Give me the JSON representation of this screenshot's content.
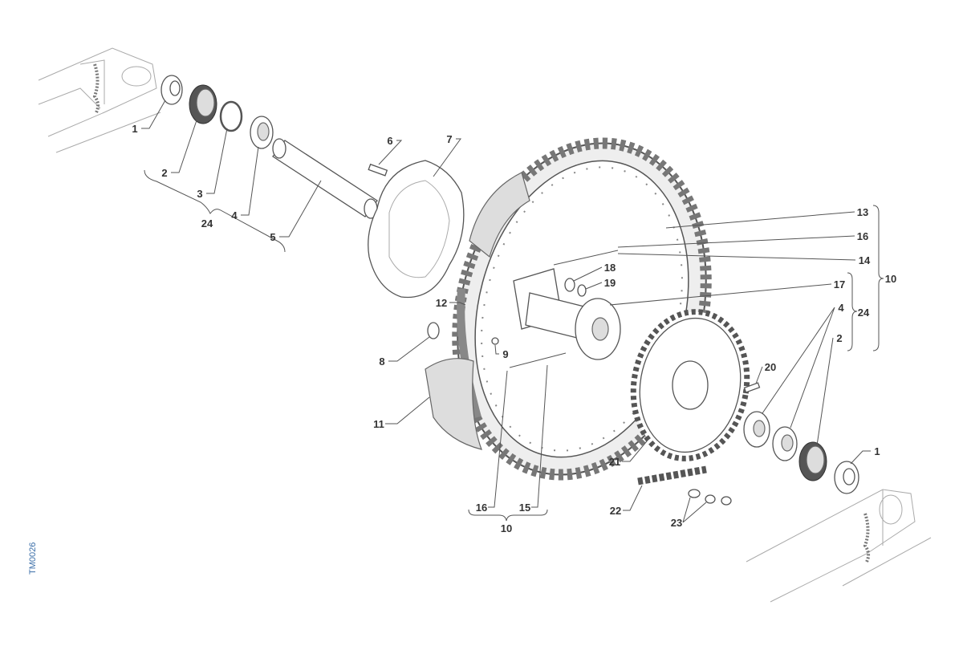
{
  "diagram": {
    "code": "TM0026",
    "labels": {
      "l1a": "1",
      "l2a": "2",
      "l3": "3",
      "l4a": "4",
      "l24a": "24",
      "l5": "5",
      "l6": "6",
      "l7": "7",
      "l8": "8",
      "l9": "9",
      "l11": "11",
      "l12": "12",
      "l13": "13",
      "l16a": "16",
      "l14": "14",
      "l10a": "10",
      "l18": "18",
      "l19": "19",
      "l17": "17",
      "l4b": "4",
      "l24b": "24",
      "l2b": "2",
      "l20": "20",
      "l21": "21",
      "l22": "22",
      "l23": "23",
      "l1b": "1",
      "l16b": "16",
      "l15": "15",
      "l10b": "10"
    }
  }
}
